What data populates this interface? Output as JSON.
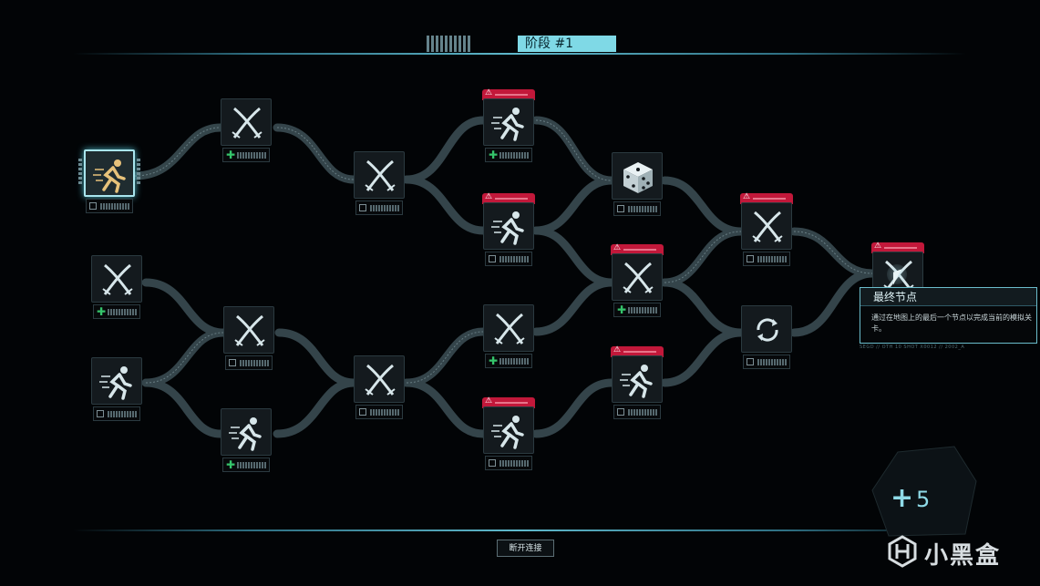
{
  "header": {
    "stage_label": "阶段 #1"
  },
  "tooltip": {
    "title": "最终节点",
    "description": "通过在地图上的最后一个节点以完成当前的模拟关卡。",
    "code": "SEGD // OTH 10 SHOT X0012 // 2002_A"
  },
  "bottom": {
    "disconnect_label": "断开连接"
  },
  "counter": {
    "sign": "+",
    "value": "5"
  },
  "watermark": {
    "text": "小黑盒"
  },
  "nodes": [
    {
      "id": "n1",
      "type": "dash",
      "first": true
    },
    {
      "id": "n2",
      "type": "swords",
      "plus": true
    },
    {
      "id": "n3",
      "type": "dash"
    },
    {
      "id": "n4",
      "type": "swords",
      "plus": true
    },
    {
      "id": "n5",
      "type": "swords"
    },
    {
      "id": "n6",
      "type": "dash",
      "plus": true
    },
    {
      "id": "n7",
      "type": "swords"
    },
    {
      "id": "n8",
      "type": "swords"
    },
    {
      "id": "n9",
      "type": "dash",
      "danger": true,
      "plus": true
    },
    {
      "id": "n10",
      "type": "dash",
      "danger": true
    },
    {
      "id": "n11",
      "type": "swords",
      "plus": true
    },
    {
      "id": "n12",
      "type": "dash",
      "danger": true
    },
    {
      "id": "n13",
      "type": "dice"
    },
    {
      "id": "n14",
      "type": "swords",
      "danger": true,
      "plus": true
    },
    {
      "id": "n15",
      "type": "dash",
      "danger": true
    },
    {
      "id": "n16",
      "type": "swords",
      "danger": true
    },
    {
      "id": "n17",
      "type": "refresh"
    },
    {
      "id": "n18",
      "type": "final",
      "danger": true
    }
  ]
}
